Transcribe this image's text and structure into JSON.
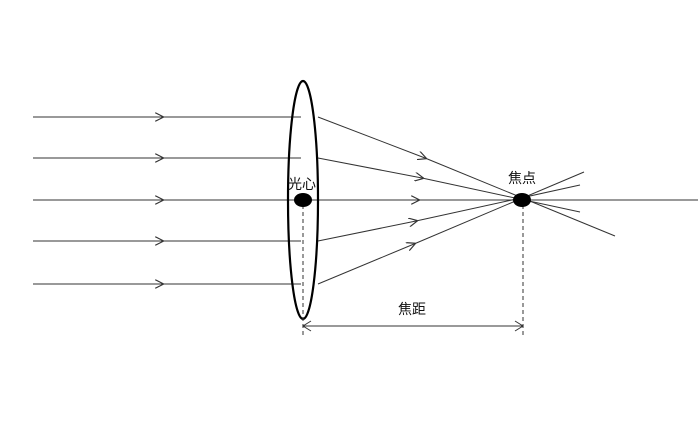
{
  "labels": {
    "optical_center": "光心",
    "focal_point": "焦点",
    "focal_length": "焦距"
  },
  "colors": {
    "line": "#333333",
    "dot": "#000000",
    "background": "#ffffff"
  }
}
